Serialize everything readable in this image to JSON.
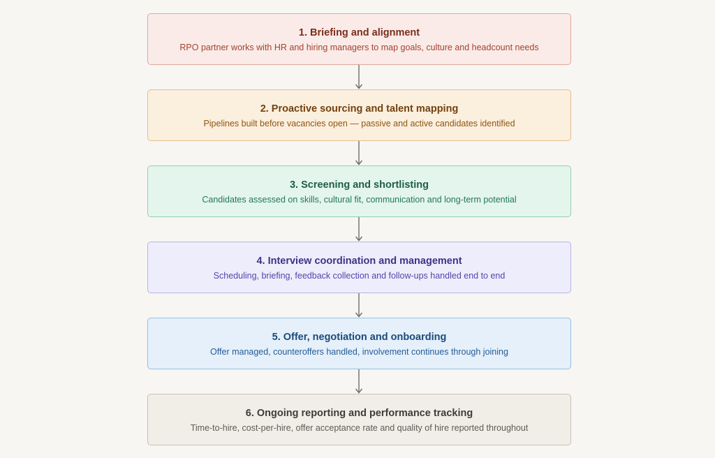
{
  "steps": [
    {
      "title": "1. Briefing and alignment",
      "description": "RPO partner works with HR and hiring managers to map goals, culture and headcount needs"
    },
    {
      "title": "2. Proactive sourcing and talent mapping",
      "description": "Pipelines built before vacancies open — passive and active candidates identified"
    },
    {
      "title": "3. Screening and shortlisting",
      "description": "Candidates assessed on skills, cultural fit, communication and long-term potential"
    },
    {
      "title": "4. Interview coordination and management",
      "description": "Scheduling, briefing, feedback collection and follow-ups handled end to end"
    },
    {
      "title": "5. Offer, negotiation and onboarding",
      "description": "Offer managed, counteroffers handled, involvement continues through joining"
    },
    {
      "title": "6. Ongoing reporting and performance tracking",
      "description": "Time-to-hire, cost-per-hire, offer acceptance rate and quality of hire reported throughout"
    }
  ],
  "colors": {
    "background": "#f7f6f3",
    "connector": "#6f6c68",
    "step1": "#faebe8",
    "step2": "#fbefde",
    "step3": "#e4f5ee",
    "step4": "#eeedfb",
    "step5": "#e5f0fa",
    "step6": "#f1eee7"
  }
}
